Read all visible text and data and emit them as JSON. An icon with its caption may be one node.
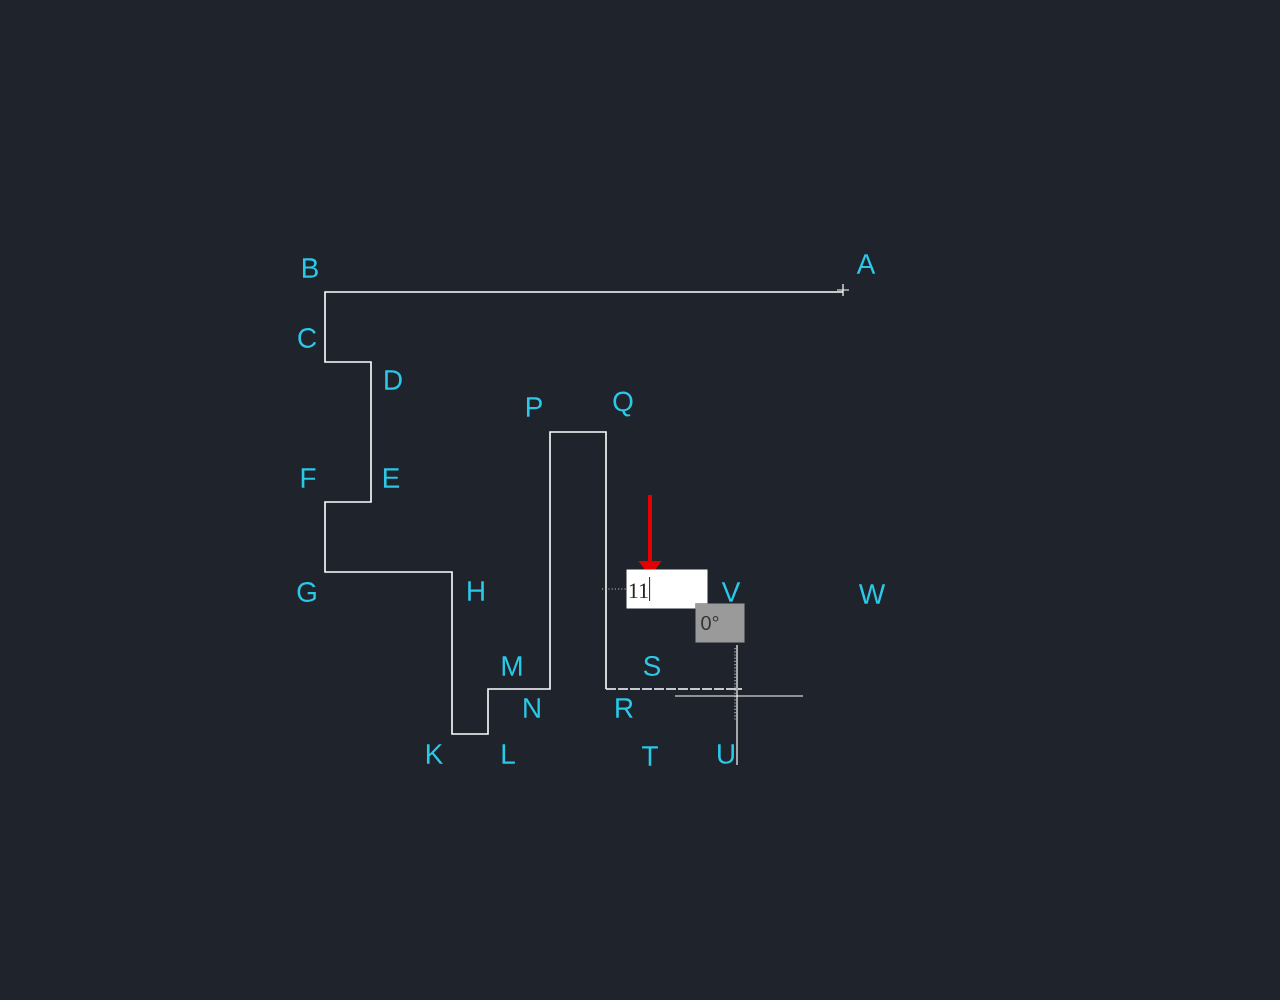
{
  "diagram": {
    "labels": [
      "B",
      "A",
      "C",
      "D",
      "P",
      "Q",
      "F",
      "E",
      "G",
      "H",
      "11",
      "V",
      "W",
      "0°",
      "M",
      "S",
      "N",
      "R",
      "K",
      "L",
      "T",
      "U"
    ]
  }
}
